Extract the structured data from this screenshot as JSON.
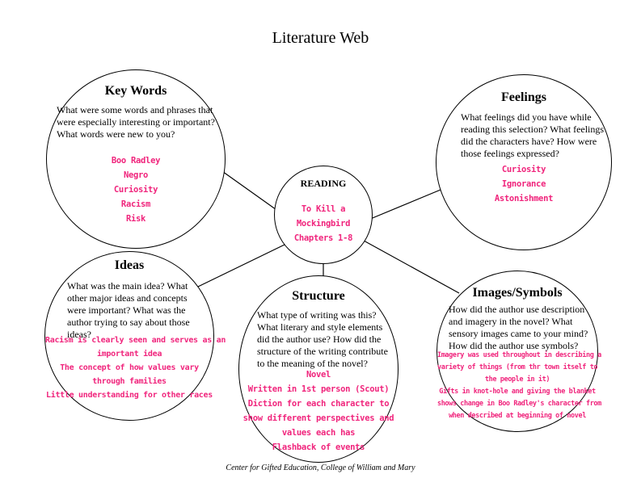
{
  "title": "Literature Web",
  "center": {
    "label": "READING",
    "answers": [
      "To Kill a",
      "Mockingbird",
      "Chapters 1-8"
    ]
  },
  "key_words": {
    "heading": "Key Words",
    "question": "What were some words and phrases that were especially interesting or important? What words were new to you?",
    "answers": [
      "Boo Radley",
      "Negro",
      "Curiosity",
      "Racism",
      "Risk"
    ]
  },
  "feelings": {
    "heading": "Feelings",
    "question": "What feelings did you have while reading this selection? What feelings did the characters have? How were those feelings expressed?",
    "answers": [
      "Curiosity",
      "Ignorance",
      "Astonishment"
    ]
  },
  "ideas": {
    "heading": "Ideas",
    "question": "What was the main idea? What other major ideas and concepts were important? What was the author trying to say about those ideas?",
    "answers": [
      "Racism is clearly seen and serves as an",
      "important idea",
      "The concept of how values vary",
      "through families",
      "Little understanding for other races"
    ]
  },
  "structure": {
    "heading": "Structure",
    "question": "What type of writing was this? What literary and style elements did the author use? How did the structure of the writing contribute to the meaning of the novel?",
    "answers": [
      "Novel",
      "Written in 1st person (Scout)",
      "Diction for each character to",
      "show different perspectives and",
      "values each has",
      "Flashback of events"
    ]
  },
  "images_symbols": {
    "heading": "Images/Symbols",
    "question": "How did the author use description and imagery in the novel? What sensory images came to your mind? How did the author use symbols?",
    "answers": [
      "Imagery was used throughout in describing a",
      "variety of things (from thr town itself to",
      "the people in it)",
      "Gifts in knot-hole and giving the blanket",
      "shows change in Boo Radley's character from",
      "when described at beginning of novel"
    ]
  },
  "footer": "Center for Gifted Education, College of William and Mary",
  "colors": {
    "answer": "#f0247c",
    "stroke": "#000000"
  }
}
